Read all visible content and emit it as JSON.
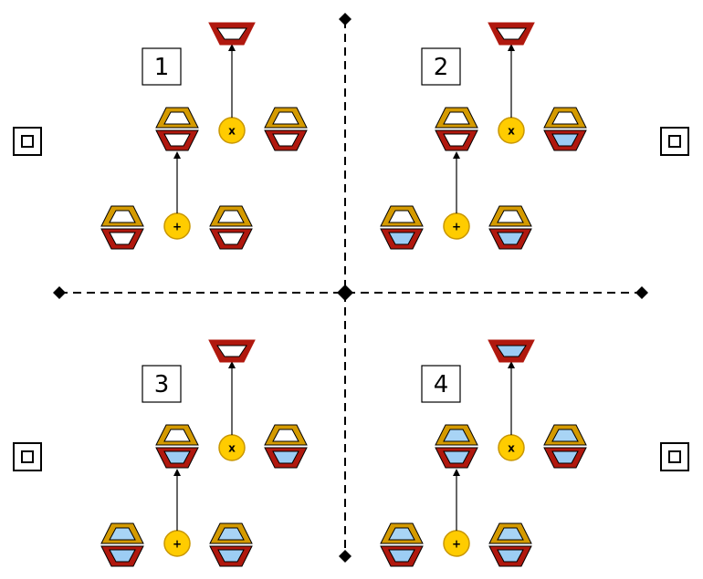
{
  "colors": {
    "top_stroke": "#d49a00",
    "top_fill_empty": "#ffffff",
    "top_fill_filled": "#a8d4f5",
    "bottom_stroke": "#b0180e",
    "bottom_fill_empty": "#ffffff",
    "bottom_fill_filled": "#9ccdf4",
    "operator_fill": "#ffcc00",
    "operator_stroke": "#c89600",
    "axis": "#000000"
  },
  "operators": {
    "add": "+",
    "multiply": "x"
  },
  "icons": {
    "corner": "nested-square-icon",
    "axis_end": "diamond-icon"
  },
  "quadrants": [
    {
      "label": "1",
      "add_left": {
        "top": false,
        "bottom": false
      },
      "add_right": {
        "top": false,
        "bottom": false
      },
      "add_result": {
        "top": false,
        "bottom": false
      },
      "mul_right": {
        "top": false,
        "bottom": false
      },
      "mul_result": false
    },
    {
      "label": "2",
      "add_left": {
        "top": false,
        "bottom": true
      },
      "add_right": {
        "top": false,
        "bottom": true
      },
      "add_result": {
        "top": false,
        "bottom": false
      },
      "mul_right": {
        "top": false,
        "bottom": true
      },
      "mul_result": false
    },
    {
      "label": "3",
      "add_left": {
        "top": true,
        "bottom": true
      },
      "add_right": {
        "top": true,
        "bottom": true
      },
      "add_result": {
        "top": false,
        "bottom": true
      },
      "mul_right": {
        "top": false,
        "bottom": true
      },
      "mul_result": false
    },
    {
      "label": "4",
      "add_left": {
        "top": true,
        "bottom": true
      },
      "add_right": {
        "top": true,
        "bottom": true
      },
      "add_result": {
        "top": true,
        "bottom": true
      },
      "mul_right": {
        "top": true,
        "bottom": true
      },
      "mul_result": true
    }
  ]
}
